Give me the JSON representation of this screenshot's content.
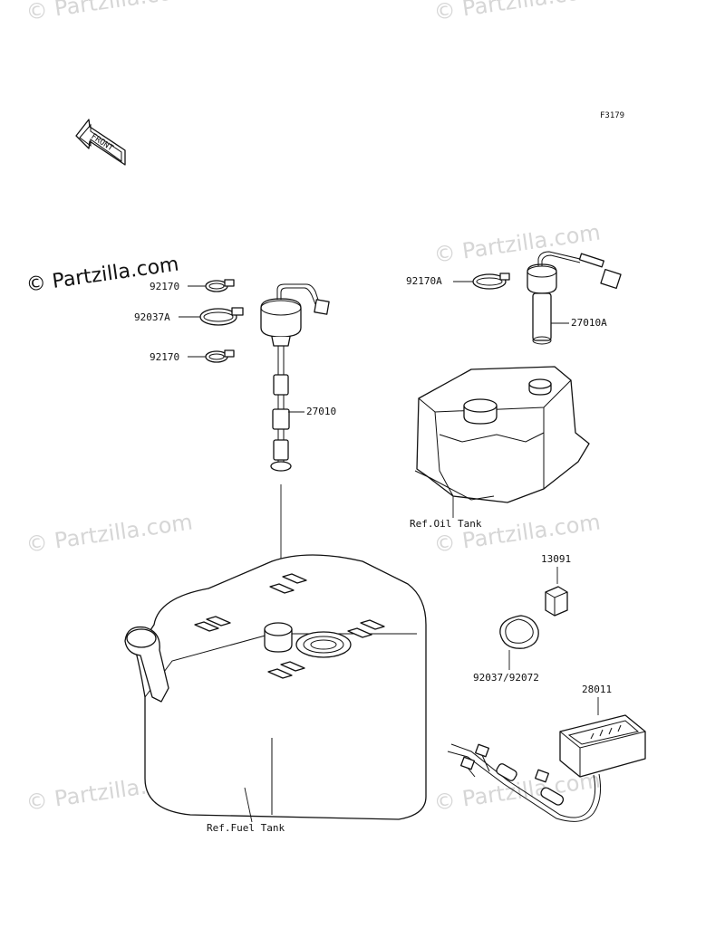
{
  "figure_code": "F3179",
  "front_label": "FRONT",
  "watermark": "© Partzilla.com",
  "parts": {
    "clamp_top": "92170",
    "clamp_mid": "92037A",
    "clamp_low": "92170",
    "fuel_gauge": "27010",
    "oil_clamp": "92170A",
    "oil_gauge": "27010A",
    "bracket": "13091",
    "band": "92037/92072",
    "meter": "28011"
  },
  "refs": {
    "oil_tank": "Ref.Oil Tank",
    "fuel_tank": "Ref.Fuel Tank"
  }
}
